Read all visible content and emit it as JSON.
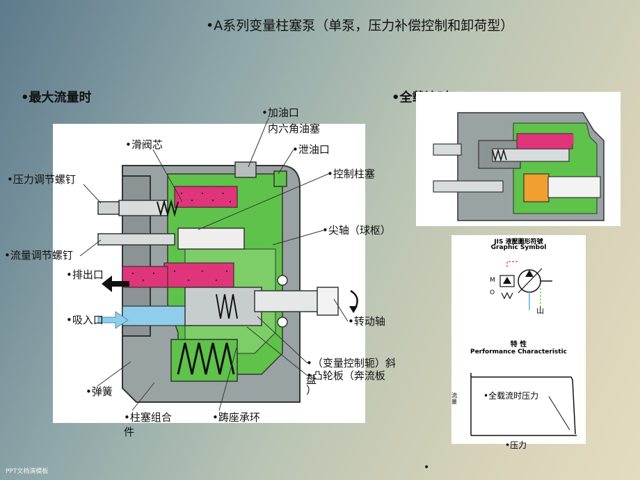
{
  "title": "•A系列变量柱塞泵（单泵，压力补偿控制和卸荷型）",
  "left_heading": "•最大流量时",
  "right_heading": "•全载流时",
  "labels": {
    "oil_inlet": "•加油口",
    "hex_plug": "内六角油塞",
    "spool": "•滑阀芯",
    "drain": "•泄油口",
    "control_piston": "•控制柱塞",
    "pressure_screw": "•压力调节螺钉",
    "pivot": "•尖轴（球枢）",
    "flow_screw": "•流量调节螺钉",
    "outlet": "•排出口",
    "inlet": "•吸入口",
    "shaft": "•转动轴",
    "swashplate_1": "•（变量控制轭）斜",
    "swashplate_2": "盘",
    "valve_plate_1": "•凸轮板（奔流板",
    "valve_plate_2": "）",
    "spring": "•弹簧",
    "piston_assy_1": "•柱塞组合",
    "piston_assy_2": "件",
    "shoe_ring": "•踌座承环"
  },
  "symbol_panel": {
    "jis_title": "JIS 液壓圖形符號",
    "graphic_symbol": "Graphic Symbol",
    "port_m": "M",
    "port_o": "O",
    "drain_symbol": "山",
    "char_title": "特  性",
    "perf_title": "Performance Characteristic",
    "y_axis": "流量",
    "curve_label": "•全载流时压力",
    "x_axis": "•压力"
  },
  "stray_bullet": "•",
  "footer": "PPT文档演模板",
  "colors": {
    "housing": "#9aa3a3",
    "housing_dark": "#6f7778",
    "green": "#5fc24a",
    "pink": "#e0357a",
    "blue": "#8fcdea",
    "orange": "#f0a030"
  }
}
